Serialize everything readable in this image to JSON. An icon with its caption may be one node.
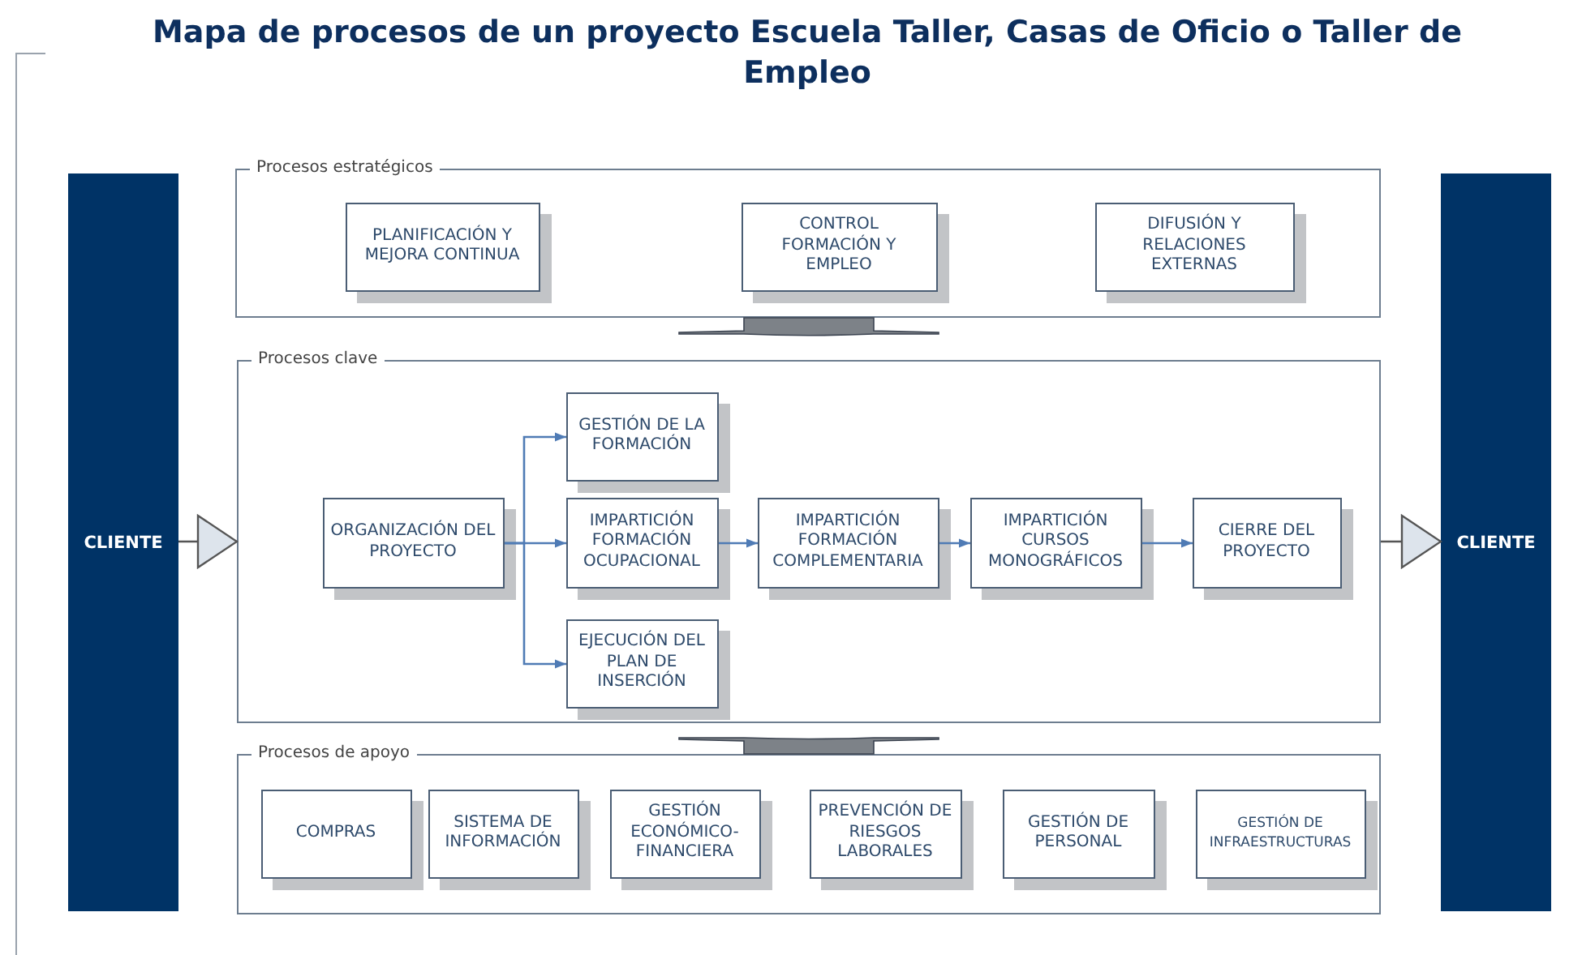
{
  "diagram": {
    "title": "Mapa de procesos de un proyecto Escuela Taller, Casas de Oficio o Taller de Empleo",
    "nodes": [
      {
        "text": [
          "CLIENTE"
        ]
      },
      {
        "text": [
          "Procesos estratégicos"
        ]
      },
      {
        "text": [
          "PLANIFICACIÓN Y MEJORA CONTINUA"
        ],
        "in": 1
      },
      {
        "text": [
          "CONTROL FORMACIÓN Y EMPLEO"
        ],
        "in": 1
      },
      {
        "text": [
          "DIFUSIÓN Y RELACIONES EXTERNAS"
        ],
        "in": 1
      },
      {
        "text": [
          "Procesos clave"
        ]
      },
      {
        "text": [
          "ORGANIZACIÓN DEL PROYECTO"
        ],
        "in": 5
      },
      {
        "text": [
          "GESTIÓN DE LA FORMACIÓN"
        ],
        "in": 5
      },
      {
        "text": [
          "IMPARTICIÓN FORMACIÓN OCUPACIONAL"
        ],
        "in": 5
      },
      {
        "text": [
          "EJECUCIÓN DEL PLAN DE INSERCIÓN"
        ],
        "in": 5
      },
      {
        "text": [
          "IMPARTICIÓN FORMACIÓN COMPLEMENTARIA"
        ],
        "in": 5
      },
      {
        "text": [
          "IMPARTICIÓN CURSOS MONOGRÁFICOS"
        ],
        "in": 5
      },
      {
        "text": [
          "CIERRE DEL PROYECTO"
        ],
        "in": 5
      },
      {
        "text": [
          "Procesos de apoyo"
        ]
      },
      {
        "text": [
          "COMPRAS"
        ],
        "in": 13
      },
      {
        "text": [
          "SISTEMA DE INFORMACIÓN"
        ],
        "in": 13
      },
      {
        "text": [
          "GESTIÓN ECONÓMICO-FINANCIERA"
        ],
        "in": 13
      },
      {
        "text": [
          "PREVENCIÓN DE RIESGOS LABORALES"
        ],
        "in": 13
      },
      {
        "text": [
          "GESTIÓN DE PERSONAL"
        ],
        "in": 13
      },
      {
        "text": [
          "GESTIÓN DE INFRAESTRUCTURAS"
        ],
        "in": 13
      },
      {
        "text": [
          "CLIENTE"
        ]
      }
    ],
    "edges": [
      {
        "from": 0,
        "to": 5,
        "arrow": "to",
        "color": "#555555"
      },
      {
        "from": 5,
        "to": 20,
        "arrow": "to",
        "color": "#555555"
      },
      {
        "from": 6,
        "to": 7,
        "arrow": "to"
      },
      {
        "from": 6,
        "to": 8,
        "arrow": "to"
      },
      {
        "from": 6,
        "to": 9,
        "arrow": "to"
      },
      {
        "from": 8,
        "to": 10,
        "arrow": "to"
      },
      {
        "from": 10,
        "to": 11,
        "arrow": "to"
      },
      {
        "from": 11,
        "to": 12,
        "arrow": "to"
      },
      {
        "from": 1,
        "to": 5,
        "arrow": "none",
        "style": "thick"
      },
      {
        "from": 13,
        "to": 5,
        "arrow": "none",
        "style": "thick"
      }
    ]
  }
}
